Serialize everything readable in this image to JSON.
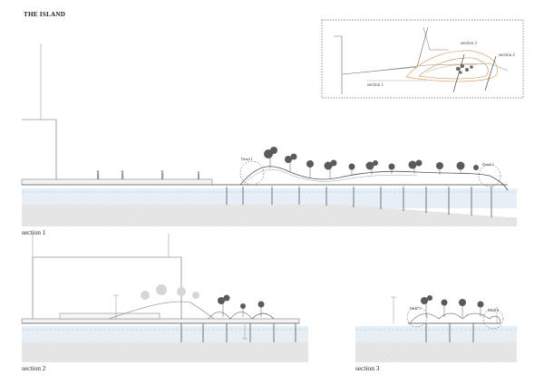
{
  "title": "THE ISLAND",
  "sections": {
    "s1": "section 1",
    "s2": "section 2",
    "s3": "section 3"
  },
  "keyplan": {
    "label1": "section 1",
    "label2": "section 2",
    "label3": "section 3"
  },
  "annotations": {
    "detail1": "Detail 1",
    "detail2": "Detail 2",
    "detail3": "Detail 3"
  },
  "colors": {
    "water": "#e6eff6",
    "ground": "#e8e8e8",
    "tree": "#555555",
    "line": "#777777",
    "accent": "#c88a4a"
  }
}
